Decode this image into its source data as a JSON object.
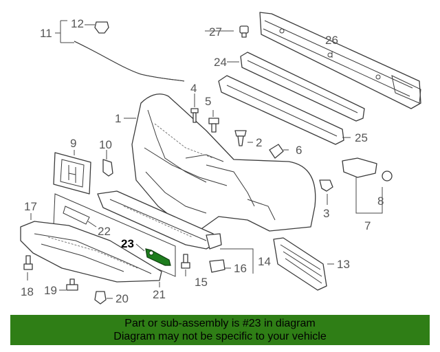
{
  "callouts": {
    "c1": "1",
    "c2": "2",
    "c3": "3",
    "c4": "4",
    "c5": "5",
    "c6": "6",
    "c7": "7",
    "c8": "8",
    "c9": "9",
    "c10": "10",
    "c11": "11",
    "c12": "12",
    "c13": "13",
    "c14": "14",
    "c15": "15",
    "c16": "16",
    "c17": "17",
    "c18": "18",
    "c19": "19",
    "c20": "20",
    "c21": "21",
    "c22": "22",
    "c23": "23",
    "c24": "24",
    "c25": "25",
    "c26": "26",
    "c27": "27"
  },
  "highlighted_part": "23",
  "colors": {
    "banner": "#2f7e16",
    "highlight": "#1e7d1e"
  },
  "banner": {
    "line1": "Part or sub-assembly is #23 in diagram",
    "line2": "Diagram may not be specific to your vehicle"
  }
}
